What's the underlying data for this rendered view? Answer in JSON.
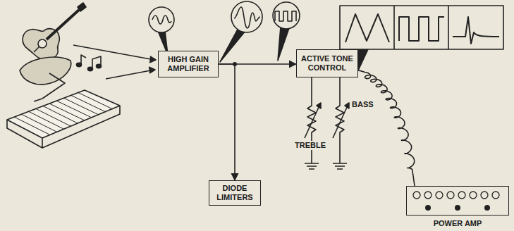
{
  "diagram": {
    "nodes": [
      {
        "text": [
          "HIGH GAIN AMPLIFIER"
        ]
      },
      {
        "text": [
          "ACTIVE TONE CONTROL"
        ]
      },
      {
        "text": [
          "DIODE LIMITERS"
        ]
      },
      {
        "text": [
          "POWER AMP"
        ]
      }
    ],
    "edges": [
      {
        "from": 0,
        "to": 1,
        "arrow": "to"
      },
      {
        "from": 0,
        "to": 2,
        "arrow": "to"
      },
      {
        "from": 1,
        "to": 3,
        "arrow": "none"
      }
    ],
    "labels": [
      "TREBLE",
      "BASS"
    ]
  }
}
